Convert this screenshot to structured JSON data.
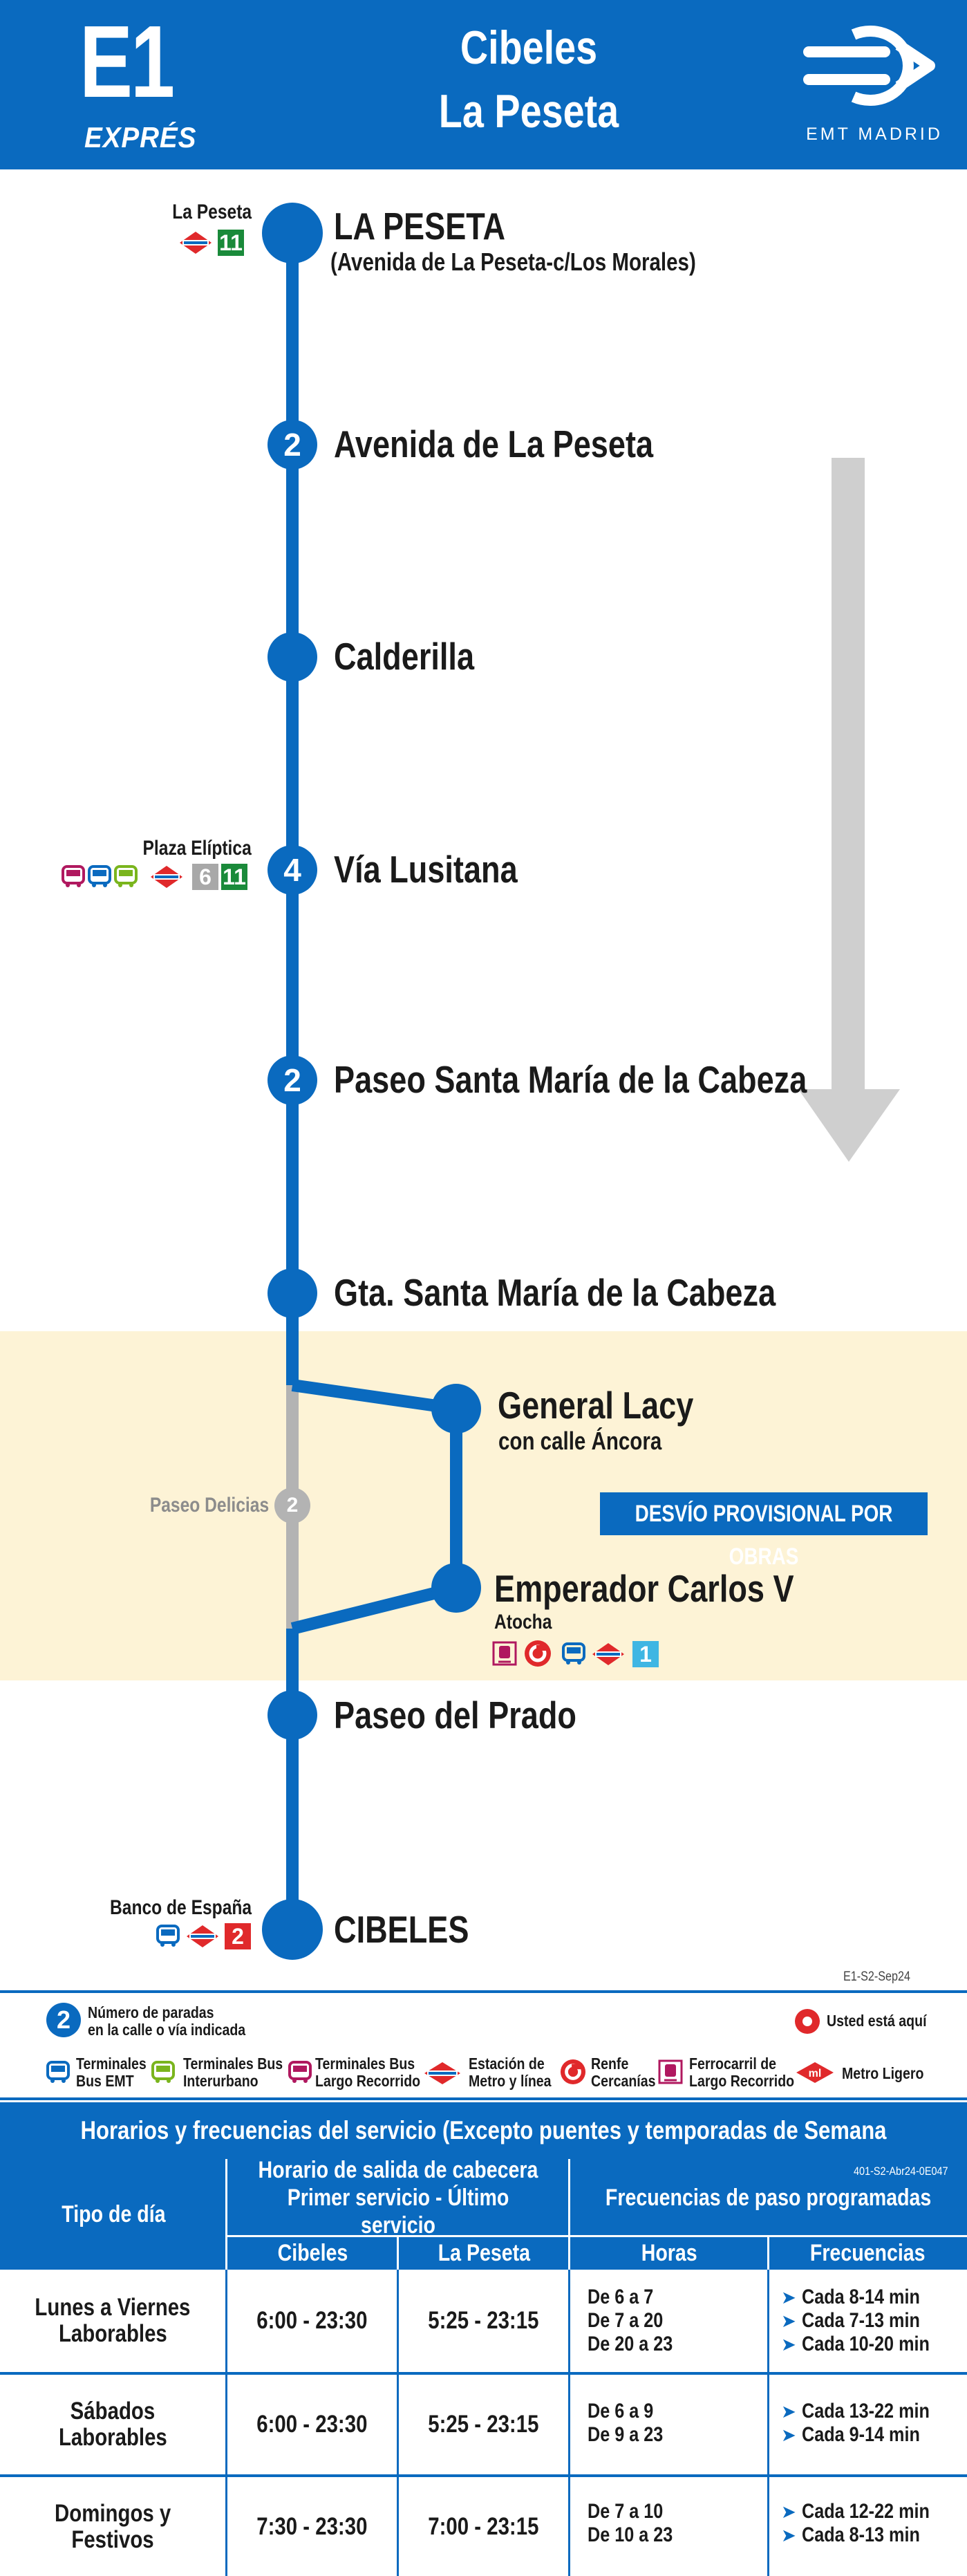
{
  "header": {
    "route_number": "E1",
    "route_type": "EXPRÉS",
    "title_line1": "Cibeles",
    "title_line2": "La Peseta",
    "operator": "EMT MADRID"
  },
  "colors": {
    "brand_blue": "#0a6abf",
    "detour_band": "#fdf3d6",
    "inactive_grey": "#b3b3b3",
    "metro_green_11": "#1a8a3a",
    "metro_grey_6": "#a8a8a8",
    "metro_lightblue_1": "#3fb6e3",
    "metro_red_2": "#e0292b",
    "direction_arrow": "#cfcfcf"
  },
  "stops": [
    {
      "name": "LA PESETA",
      "sub": "(Avenida de La Peseta-c/Los Morales)",
      "stop_count": "",
      "connection_label": "La Peseta"
    },
    {
      "name": "Avenida de La Peseta",
      "sub": "",
      "stop_count": "2",
      "connection_label": ""
    },
    {
      "name": "Calderilla",
      "sub": "",
      "stop_count": "",
      "connection_label": ""
    },
    {
      "name": "Vía Lusitana",
      "sub": "",
      "stop_count": "4",
      "connection_label": "Plaza Elíptica"
    },
    {
      "name": "Paseo Santa María de la Cabeza",
      "sub": "",
      "stop_count": "2",
      "connection_label": ""
    },
    {
      "name": "Gta. Santa María de la Cabeza",
      "sub": "",
      "stop_count": "",
      "connection_label": ""
    },
    {
      "name": "General Lacy",
      "sub": "con calle Áncora",
      "stop_count": "",
      "connection_label": ""
    },
    {
      "name": "Emperador Carlos V",
      "sub": "",
      "stop_count": "",
      "connection_label": "Atocha"
    },
    {
      "name": "Paseo del Prado",
      "sub": "",
      "stop_count": "",
      "connection_label": ""
    },
    {
      "name": "CIBELES",
      "sub": "",
      "stop_count": "",
      "connection_label": "Banco de España"
    }
  ],
  "suspended_stop": {
    "name": "Paseo Delicias",
    "stop_count": "2"
  },
  "metro_lines": {
    "la_peseta": [
      "11"
    ],
    "plaza_eliptica": [
      "6",
      "11"
    ],
    "atocha": [
      "1"
    ],
    "banco_espana": [
      "2"
    ]
  },
  "detour_notice": "DESVÍO PROVISIONAL POR OBRAS",
  "map_ref_code": "E1-S2-Sep24",
  "legend": {
    "stop_count_sample": "2",
    "stop_count_label_1": "Número de paradas",
    "stop_count_label_2": "en la calle o vía indicada",
    "you_are_here": "Usted está aquí",
    "items": [
      {
        "icon": "emt-bus-icon",
        "line1": "Terminales",
        "line2": "Bus EMT"
      },
      {
        "icon": "interurban-bus-icon",
        "line1": "Terminales Bus",
        "line2": "Interurbano"
      },
      {
        "icon": "long-distance-bus-icon",
        "line1": "Terminales Bus",
        "line2": "Largo Recorrido"
      },
      {
        "icon": "metro-icon",
        "line1": "Estación de",
        "line2": "Metro y línea"
      },
      {
        "icon": "renfe-cercanias-icon",
        "line1": "Renfe",
        "line2": "Cercanías"
      },
      {
        "icon": "long-distance-rail-icon",
        "line1": "Ferrocarril de",
        "line2": "Largo Recorrido"
      },
      {
        "icon": "light-rail-icon",
        "line1": "Metro Ligero",
        "line2": ""
      }
    ]
  },
  "schedule": {
    "title": "Horarios y frecuencias del servicio (Excepto puentes y temporadas de Semana Santa y Verano)",
    "code": "401-S2-Abr24-0E047",
    "col_day_type": "Tipo de día",
    "col_departure_line1": "Horario de salida de cabecera",
    "col_departure_line2": "Primer servicio - Último servicio",
    "col_frequencies": "Frecuencias de paso programadas",
    "sub_cibeles": "Cibeles",
    "sub_la_peseta": "La Peseta",
    "sub_hours": "Horas",
    "sub_freq": "Frecuencias",
    "rows": [
      {
        "day_line1": "Lunes a Viernes",
        "day_line2": "Laborables",
        "cibeles": "6:00 - 23:30",
        "la_peseta": "5:25 - 23:15",
        "hours": [
          "De 6 a 7",
          "De 7 a 20",
          "De 20 a 23"
        ],
        "freqs": [
          "Cada 8-14 min",
          "Cada 7-13 min",
          "Cada 10-20 min"
        ]
      },
      {
        "day_line1": "Sábados",
        "day_line2": "Laborables",
        "cibeles": "6:00 - 23:30",
        "la_peseta": "5:25 - 23:15",
        "hours": [
          "De 6 a 9",
          "De 9 a 23"
        ],
        "freqs": [
          "Cada 13-22 min",
          "Cada 9-14 min"
        ]
      },
      {
        "day_line1": "Domingos y",
        "day_line2": "Festivos",
        "cibeles": "7:30 - 23:30",
        "la_peseta": "7:00 - 23:15",
        "hours": [
          "De 7 a 10",
          "De 10 a 23"
        ],
        "freqs": [
          "Cada 12-22 min",
          "Cada 8-13 min"
        ]
      }
    ]
  }
}
